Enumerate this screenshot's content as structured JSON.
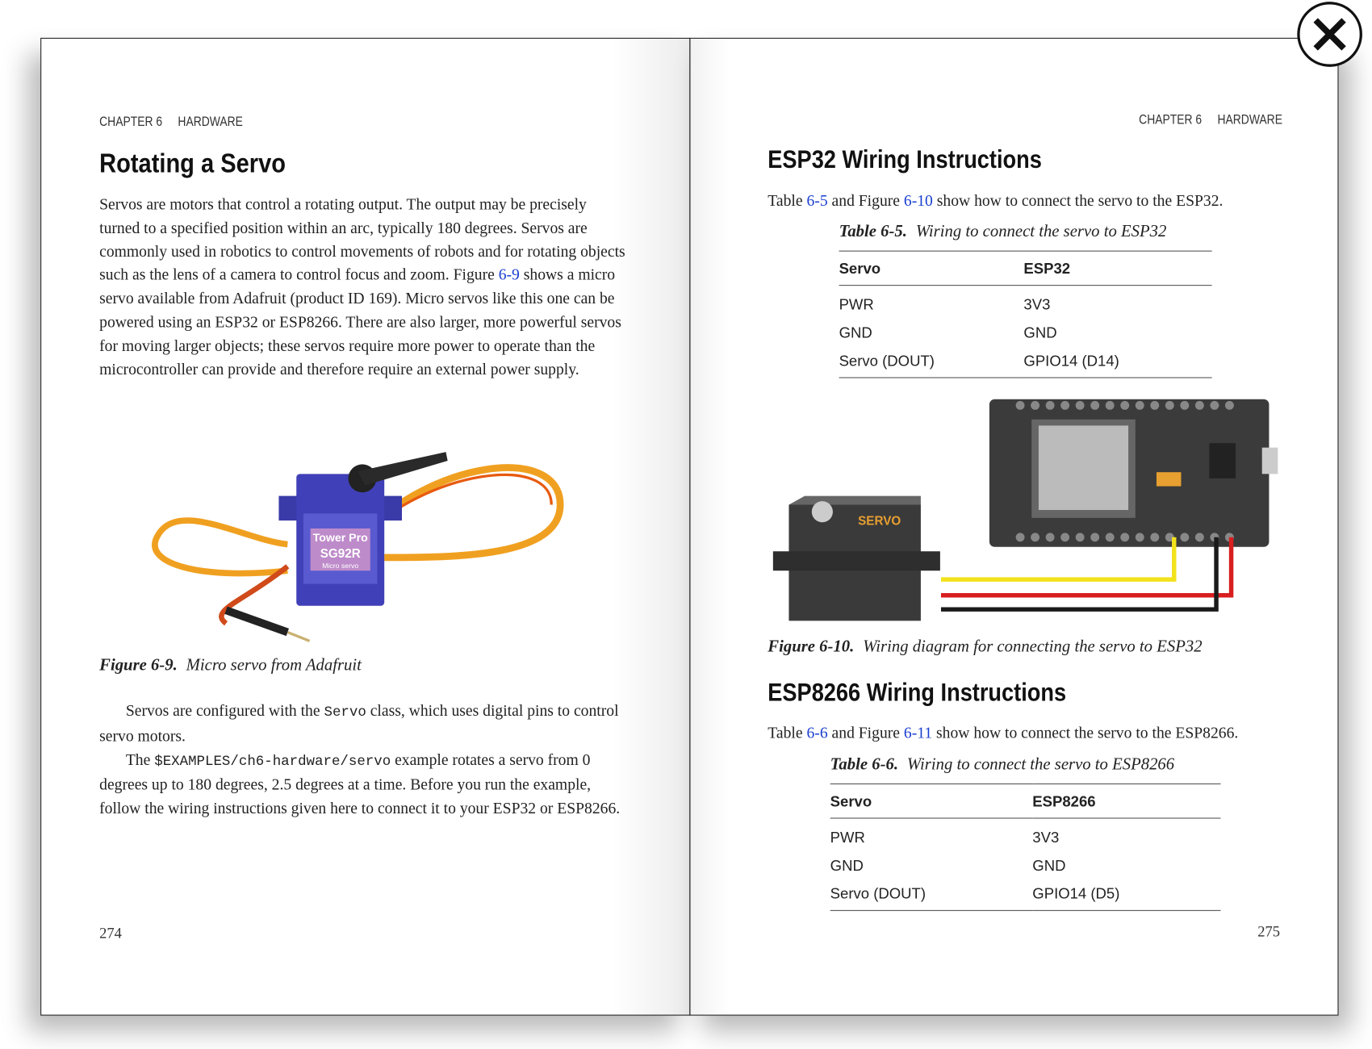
{
  "left_page": {
    "running_head": {
      "chapter": "CHAPTER 6",
      "section": "HARDWARE"
    },
    "title": "Rotating a Servo",
    "para1": {
      "before_link": "Servos are motors that control a rotating output. The output may be precisely turned to a specified position within an arc, typically 180 degrees. Servos are commonly used in robotics to control movements of robots and for rotating objects such as the lens of a camera to control focus and zoom. Figure ",
      "link": "6-9",
      "after_link": " shows a micro servo available from Adafruit (product ID 169). Micro servos like this one can be powered using an ESP32 or ESP8266. There are also larger, more powerful servos for moving larger objects; these servos require more power to operate than the microcontroller can provide and therefore require an external power supply."
    },
    "figure": {
      "label": "Figure 6-9.",
      "caption": "Micro servo from Adafruit",
      "servo_brand": "Tower Pro",
      "servo_model": "SG92R",
      "servo_sub": "Micro servo"
    },
    "para2": {
      "before_code": "Servos are configured with the ",
      "code": "Servo",
      "after_code": " class, which uses digital pins to control servo motors."
    },
    "para3": {
      "before_code": "The ",
      "code": "$EXAMPLES/ch6-hardware/servo",
      "after_code": " example rotates a servo from 0 degrees up to 180 degrees, 2.5 degrees at a time. Before you run the example, follow the wiring instructions given here to connect it to your ESP32 or ESP8266."
    },
    "page_number": "274"
  },
  "right_page": {
    "running_head": {
      "chapter": "CHAPTER 6",
      "section": "HARDWARE"
    },
    "esp32": {
      "title": "ESP32 Wiring Instructions",
      "intro": {
        "t1": "Table ",
        "l1": "6-5",
        "t2": " and Figure ",
        "l2": "6-10",
        "t3": " show how to connect the servo to the ESP32."
      },
      "table_label": "Table 6-5.",
      "table_caption": "Wiring to connect the servo to ESP32",
      "headers": [
        "Servo",
        "ESP32"
      ],
      "rows": [
        [
          "PWR",
          "3V3"
        ],
        [
          "GND",
          "GND"
        ],
        [
          "Servo (DOUT)",
          "GPIO14 (D14)"
        ]
      ],
      "figure_label": "Figure 6-10.",
      "figure_caption": "Wiring diagram for connecting the servo to ESP32",
      "servo_text": "SERVO"
    },
    "esp8266": {
      "title": "ESP8266 Wiring Instructions",
      "intro": {
        "t1": "Table ",
        "l1": "6-6",
        "t2": " and Figure ",
        "l2": "6-11",
        "t3": " show how to connect the servo to the ESP8266."
      },
      "table_label": "Table 6-6.",
      "table_caption": "Wiring to connect the servo to ESP8266",
      "headers": [
        "Servo",
        "ESP8266"
      ],
      "rows": [
        [
          "PWR",
          "3V3"
        ],
        [
          "GND",
          "GND"
        ],
        [
          "Servo (DOUT)",
          "GPIO14 (D5)"
        ]
      ]
    },
    "page_number": "275"
  },
  "colors": {
    "link": "#1a3fd0",
    "wire_signal": "#f2e21c",
    "wire_power": "#d81e1e",
    "wire_ground": "#1a1a1a"
  }
}
